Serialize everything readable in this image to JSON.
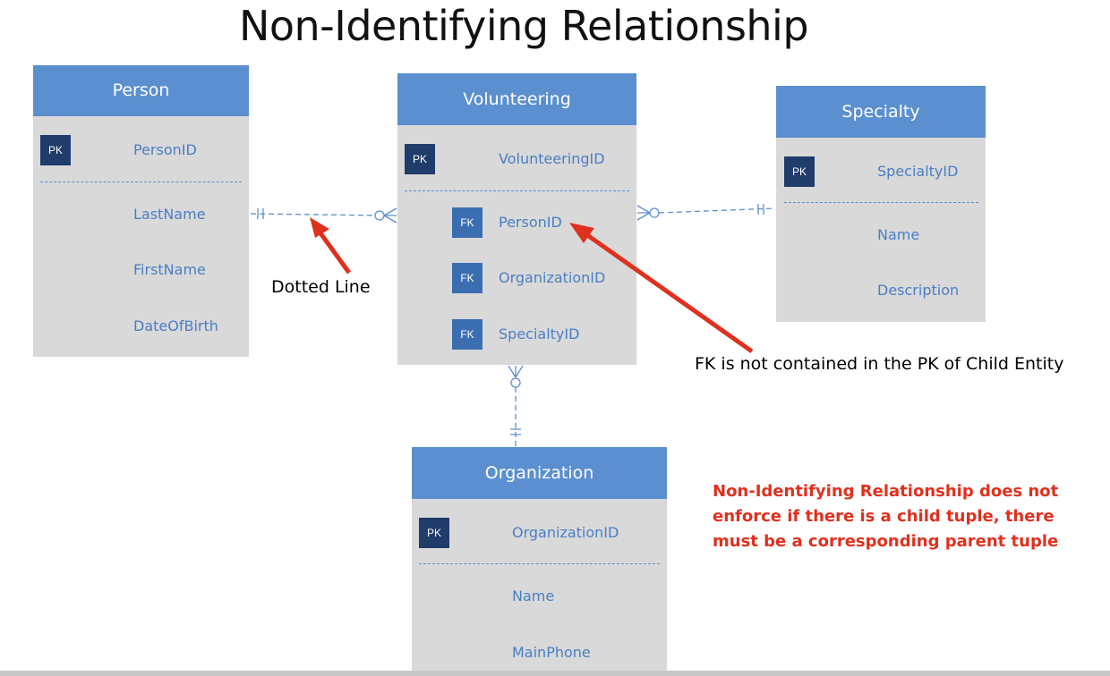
{
  "title": "Non-Identifying Relationship",
  "entities": {
    "person": {
      "name": "Person",
      "pk": {
        "badge": "PK",
        "field": "PersonID"
      },
      "fields": [
        "LastName",
        "FirstName",
        "DateOfBirth"
      ]
    },
    "volunteering": {
      "name": "Volunteering",
      "pk": {
        "badge": "PK",
        "field": "VolunteeringID"
      },
      "fk": [
        {
          "badge": "FK",
          "field": "PersonID"
        },
        {
          "badge": "FK",
          "field": "OrganizationID"
        },
        {
          "badge": "FK",
          "field": "SpecialtyID"
        }
      ]
    },
    "specialty": {
      "name": "Specialty",
      "pk": {
        "badge": "PK",
        "field": "SpecialtyID"
      },
      "fields": [
        "Name",
        "Description"
      ]
    },
    "organization": {
      "name": "Organization",
      "pk": {
        "badge": "PK",
        "field": "OrganizationID"
      },
      "fields": [
        "Name",
        "MainPhone"
      ]
    }
  },
  "annotations": {
    "dotted_line": "Dotted Line",
    "fk_note": "FK is not contained in the PK of Child Entity",
    "warning": [
      "Non-Identifying Relationship does not",
      "enforce if there is a child tuple, there",
      "must be a corresponding parent tuple"
    ]
  },
  "colors": {
    "header": "#5b8fcf",
    "body": "#d9d9d9",
    "pk_badge": "#1f3c6a",
    "fk_badge": "#3a6eb0",
    "field_text": "#4a7ec4",
    "arrow": "#e0301e"
  }
}
